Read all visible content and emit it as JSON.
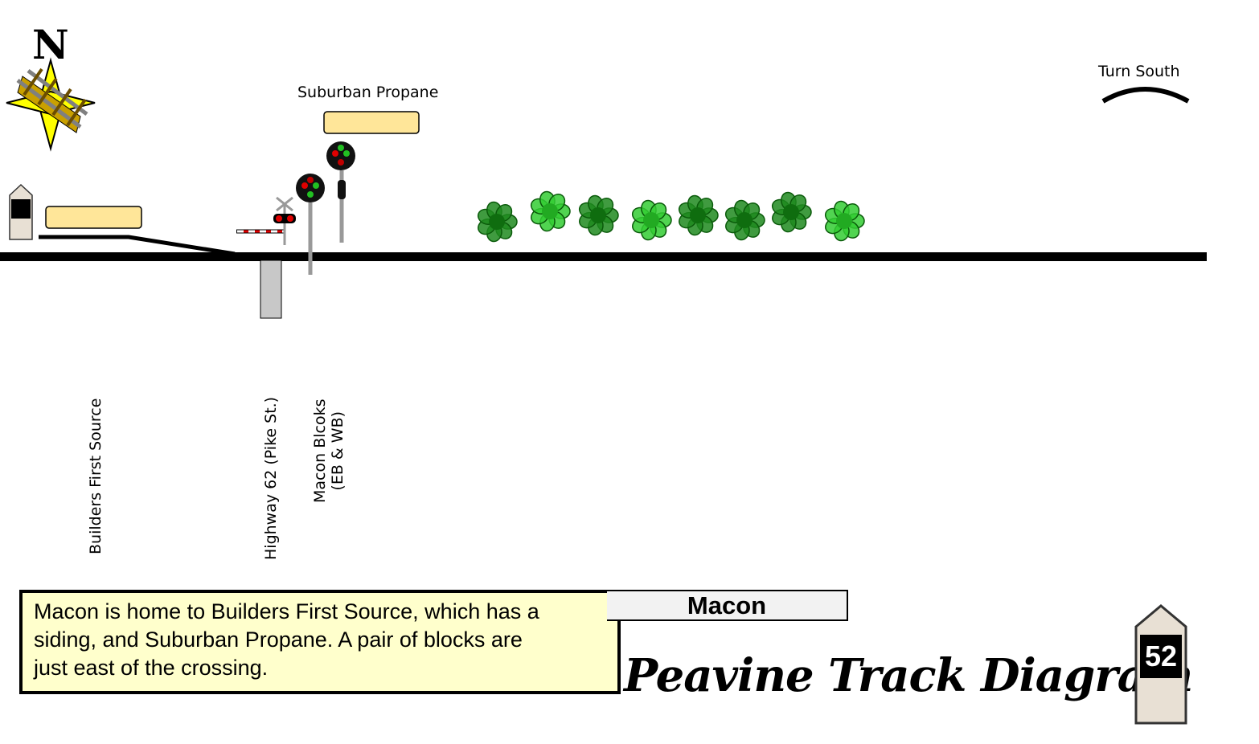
{
  "compass": {
    "north_letter": "N"
  },
  "labels": {
    "suburban_propane": "Suburban Propane",
    "turn_south": "Turn South",
    "builders_first_source": "Builders First Source",
    "highway": "Highway 62 (Pike St.)",
    "macon_blocks_line1": "Macon Blcoks",
    "macon_blocks_line2": "(EB & WB)"
  },
  "info": {
    "line1": "Macon is home to Builders First Source, which has a",
    "line2": "siding, and Suburban Propane. A pair of blocks are",
    "line3": "just east of the crossing."
  },
  "station": {
    "name": "Macon"
  },
  "title": "Peavine Track Diagram",
  "mile_post": "52",
  "colors": {
    "track": "#000000",
    "industry_fill": "#ffe699",
    "info_bg": "#ffffcc",
    "tree_dark": "#1f8a1f",
    "tree_light": "#33cc33",
    "signal_red": "#e00000",
    "signal_green": "#22c022"
  }
}
